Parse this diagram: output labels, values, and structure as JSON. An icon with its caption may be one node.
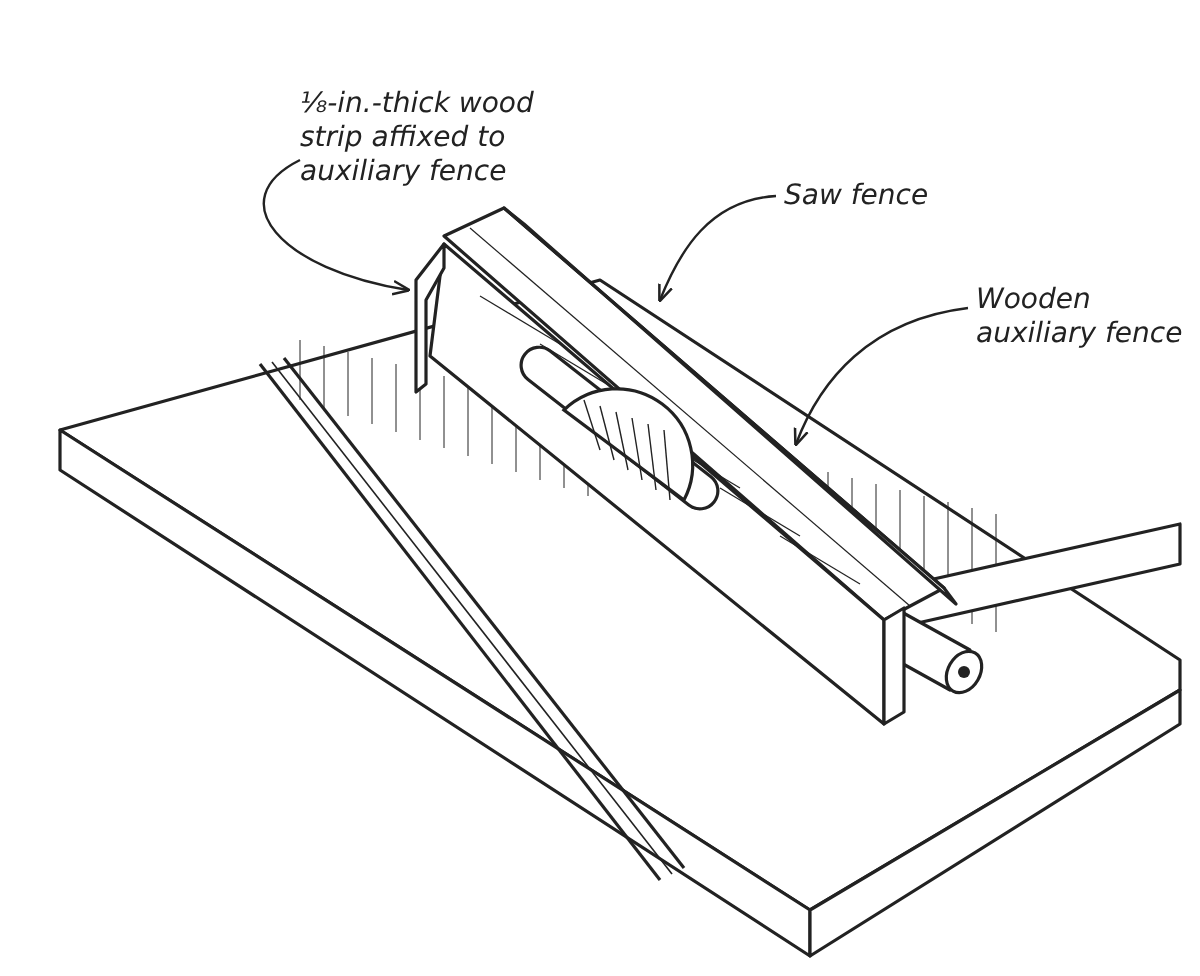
{
  "diagram": {
    "nodes": [
      {
        "text": [
          "⅛-in.-thick wood strip affixed to auxiliary fence"
        ]
      },
      {
        "text": [
          "Saw fence"
        ]
      },
      {
        "text": [
          "Wooden auxiliary fence"
        ]
      },
      {
        "text": [],
        "shape": "picture"
      },
      {
        "text": [],
        "shape": "picture"
      },
      {
        "text": [],
        "shape": "picture"
      }
    ],
    "edges": [
      {
        "from": 0,
        "to": 3,
        "arrow": "to"
      },
      {
        "from": 1,
        "to": 4,
        "arrow": "to"
      },
      {
        "from": 2,
        "to": 5,
        "arrow": "to"
      }
    ]
  }
}
